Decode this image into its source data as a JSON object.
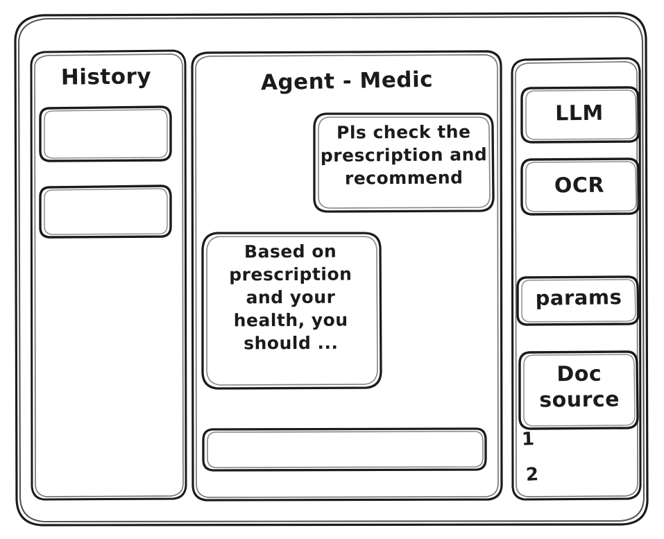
{
  "window": {
    "style": "hand-drawn-wireframe",
    "stroke_color": "#1b1b1b",
    "background_color": "#ffffff"
  },
  "sidebar_left": {
    "title": "History",
    "items": [
      {
        "label": "",
        "name": "history-item-1"
      },
      {
        "label": "",
        "name": "history-item-2"
      }
    ]
  },
  "main": {
    "title": "Agent - Medic",
    "messages": [
      {
        "role": "user",
        "text": "Pls check the prescription and recommend"
      },
      {
        "role": "assistant",
        "text": "Based on prescription and your health, you should ..."
      }
    ],
    "composer": {
      "value": "",
      "placeholder": ""
    }
  },
  "sidebar_right": {
    "tools": [
      {
        "label": "LLM",
        "name": "tool-llm"
      },
      {
        "label": "OCR",
        "name": "tool-ocr"
      },
      {
        "label": "params",
        "name": "tool-params"
      },
      {
        "label": "Doc source",
        "name": "tool-doc-source"
      }
    ],
    "doc_source_refs": [
      "1",
      "2"
    ]
  }
}
